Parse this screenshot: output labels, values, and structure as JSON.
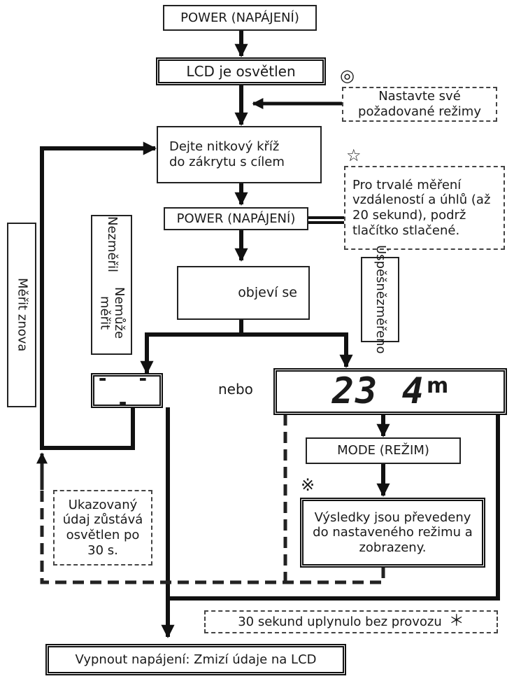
{
  "boxes": {
    "power_top": "POWER (NAPÁJENÍ)",
    "lcd_lit": "LCD je osvětlen",
    "set_modes": "Nastavte své požadované režimy",
    "reticle_line1": "Dejte nitkový kříž",
    "reticle_line2": "do zákrytu s cílem",
    "hold_note": "Pro trvalé měření vzdáleností a úhlů (až 20 sekund), podrž tlačítko stlačené.",
    "power_second": "POWER (NAPÁJENÍ)",
    "appears": "objeví se",
    "fail_display": "- - -",
    "or": "nebo",
    "success_value": "23 4",
    "success_unit": "m",
    "mode": "MODE (REŽIM)",
    "results": "Výsledky jsou převedeny do nastaveného režimu a zobrazeny.",
    "stays_lit": "Ukazovaný údaj zůstává osvětlen po 30 s.",
    "idle_30s": "30 sekund uplynulo bez provozu",
    "power_off": "Vypnout napájení: Zmizí údaje na LCD"
  },
  "labels": {
    "measure_again": "Měřit znova",
    "not_measured_1": "Nezměřil",
    "not_measured_2": "Nemůže měřit",
    "success_1": "Úspěšně",
    "success_2": "změřeno"
  },
  "symbols": {
    "double_circle": "◎",
    "star": "☆",
    "reference_mark": "※",
    "asterisk": "＊"
  }
}
